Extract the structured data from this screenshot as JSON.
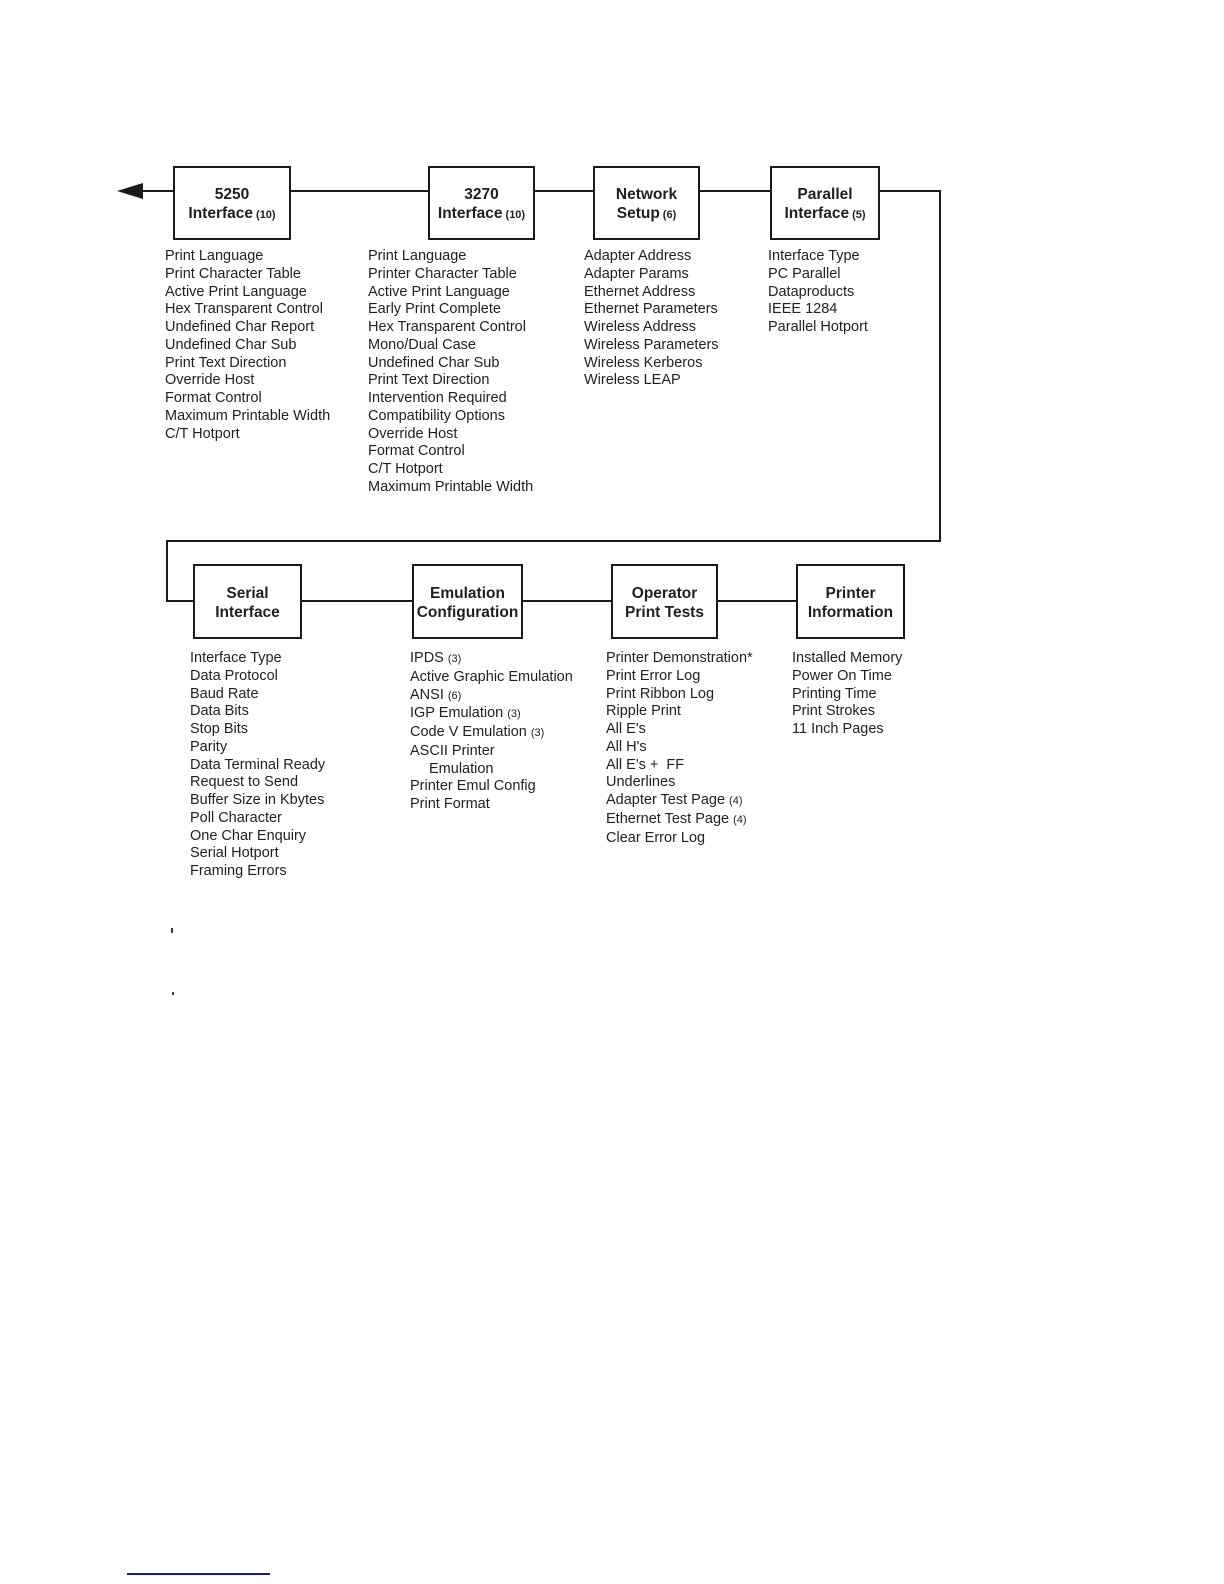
{
  "colors": {
    "background": "#ffffff",
    "line": "#1a1a1a",
    "text": "#1f1f1f",
    "footer_rule": "#1b1b8a"
  },
  "menu_tree": {
    "row1": [
      {
        "title_line1": "5250",
        "title_line2": "Interface",
        "count": "(10)",
        "items": [
          "Print Language",
          "Print Character Table",
          "Active Print Language",
          "Hex Transparent Control",
          "Undefined Char Report",
          "Undefined Char Sub",
          "Print Text Direction",
          "Override Host",
          "Format Control",
          "Maximum Printable Width",
          "C/T Hotport"
        ]
      },
      {
        "title_line1": "3270",
        "title_line2": "Interface",
        "count": "(10)",
        "items": [
          "Print Language",
          "Printer Character Table",
          "Active Print Language",
          "Early Print Complete",
          "Hex Transparent Control",
          "Mono/Dual Case",
          "Undefined Char Sub",
          "Print Text Direction",
          "Intervention Required",
          "Compatibility Options",
          "Override Host",
          "Format Control",
          "C/T Hotport",
          "Maximum Printable Width"
        ]
      },
      {
        "title_line1": "Network",
        "title_line2": "Setup",
        "count": "(6)",
        "items": [
          "Adapter Address",
          "Adapter Params",
          "Ethernet Address",
          "Ethernet Parameters",
          "Wireless Address",
          "Wireless Parameters",
          "Wireless Kerberos",
          "Wireless LEAP"
        ]
      },
      {
        "title_line1": "Parallel",
        "title_line2": "Interface",
        "count": "(5)",
        "items": [
          "Interface Type",
          "PC Parallel",
          "Dataproducts",
          "IEEE 1284",
          "Parallel Hotport"
        ]
      }
    ],
    "row2": [
      {
        "title_line1": "Serial",
        "title_line2": "Interface",
        "items": [
          "Interface Type",
          "Data Protocol",
          "Baud Rate",
          "Data Bits",
          "Stop Bits",
          "Parity",
          "Data Terminal Ready",
          "Request to Send",
          "Buffer Size in Kbytes",
          "Poll Character",
          "One Char Enquiry",
          "Serial Hotport",
          "Framing Errors"
        ]
      },
      {
        "title_line1": "Emulation",
        "title_line2": "Configuration",
        "items": [
          {
            "text": "IPDS",
            "sub": "(3)"
          },
          "Active Graphic Emulation",
          {
            "text": "ANSI",
            "sub": "(6)"
          },
          {
            "text": "IGP Emulation",
            "sub": "(3)"
          },
          {
            "text": "Code V Emulation",
            "sub": "(3)"
          },
          "ASCII Printer",
          {
            "text": "Emulation",
            "indent": true
          },
          "Printer Emul Config",
          "Print Format"
        ]
      },
      {
        "title_line1": "Operator",
        "title_line2": "Print Tests",
        "items": [
          "Printer Demonstration*",
          "Print Error Log",
          "Print Ribbon Log",
          "Ripple Print",
          "All E's",
          "All H's",
          "All E's +  FF",
          "Underlines",
          {
            "text": "Adapter Test Page",
            "sub": "(4)"
          },
          {
            "text": "Ethernet Test Page",
            "sub": "(4)"
          },
          "Clear Error Log"
        ]
      },
      {
        "title_line1": "Printer",
        "title_line2": "Information",
        "items": [
          "Installed Memory",
          "Power On Time",
          "Printing Time",
          "Print Strokes",
          "11 Inch Pages"
        ]
      }
    ]
  }
}
